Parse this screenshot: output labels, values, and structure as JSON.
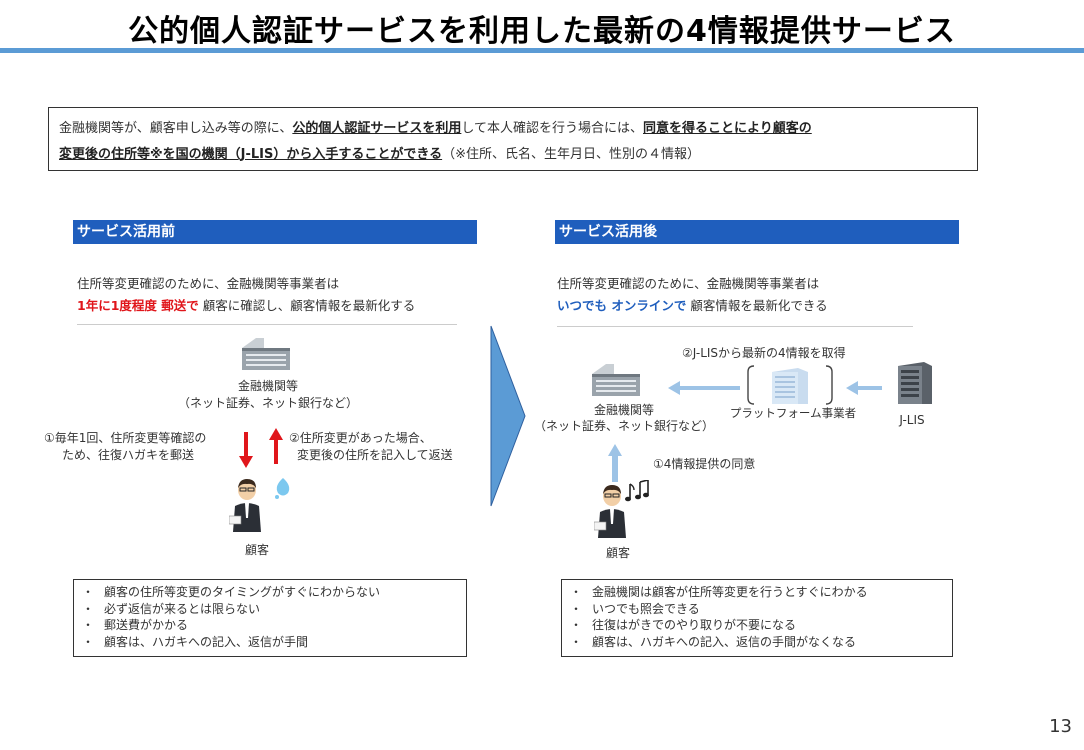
{
  "title": "公的個人認証サービスを利用した最新の4情報提供サービス",
  "summary": {
    "p1": "金融機関等が、顧客申し込み等の際に、",
    "p2": "公的個人認証サービスを利用",
    "p3": "して本人確認を行う場合には、",
    "p4": "同意を得ることにより顧客の",
    "p5": "変更後の住所等※を国の機関（J-LIS）から入手することができる",
    "p6": "（※住所、氏名、生年月日、性別の４情報）"
  },
  "before": {
    "header": "サービス活用前",
    "line1": "住所等変更確認のために、金融機関等事業者は",
    "line2_red": "1年に1度程度 郵送で",
    "line2_rest": " 顧客に確認し、顧客情報を最新化する",
    "institution": "金融機関等",
    "institution_sub": "（ネット証券、ネット銀行など）",
    "note1_a": "①毎年1回、住所変更等確認の",
    "note1_b": "ため、往復ハガキを郵送",
    "note2_a": "②住所変更があった場合、",
    "note2_b": "変更後の住所を記入して返送",
    "customer": "顧客",
    "bullets": [
      "顧客の住所等変更のタイミングがすぐにわからない",
      "必ず返信が来るとは限らない",
      "郵送費がかかる",
      "顧客は、ハガキへの記入、返信が手間"
    ]
  },
  "after": {
    "header": "サービス活用後",
    "line1": "住所等変更確認のために、金融機関等事業者は",
    "line2_blue": "いつでも オンラインで",
    "line2_rest": " 顧客情報を最新化できる",
    "step2": "②J-LISから最新の4情報を取得",
    "institution": "金融機関等",
    "institution_sub": "（ネット証券、ネット銀行など）",
    "platform": "プラットフォーム事業者",
    "jlis": "J-LIS",
    "step1": "①4情報提供の同意",
    "customer": "顧客",
    "bullets": [
      "金融機関は顧客が住所等変更を行うとすぐにわかる",
      "いつでも照会できる",
      "往復はがきでのやり取りが不要になる",
      "顧客は、ハガキへの記入、返信の手間がなくなる"
    ]
  },
  "bullet_mark": "・",
  "page_number": "13",
  "colors": {
    "accent_blue": "#1f5ebd",
    "title_rule": "#5b9bd5",
    "red": "#e0161b",
    "light_arrow": "#9dc3e6"
  }
}
